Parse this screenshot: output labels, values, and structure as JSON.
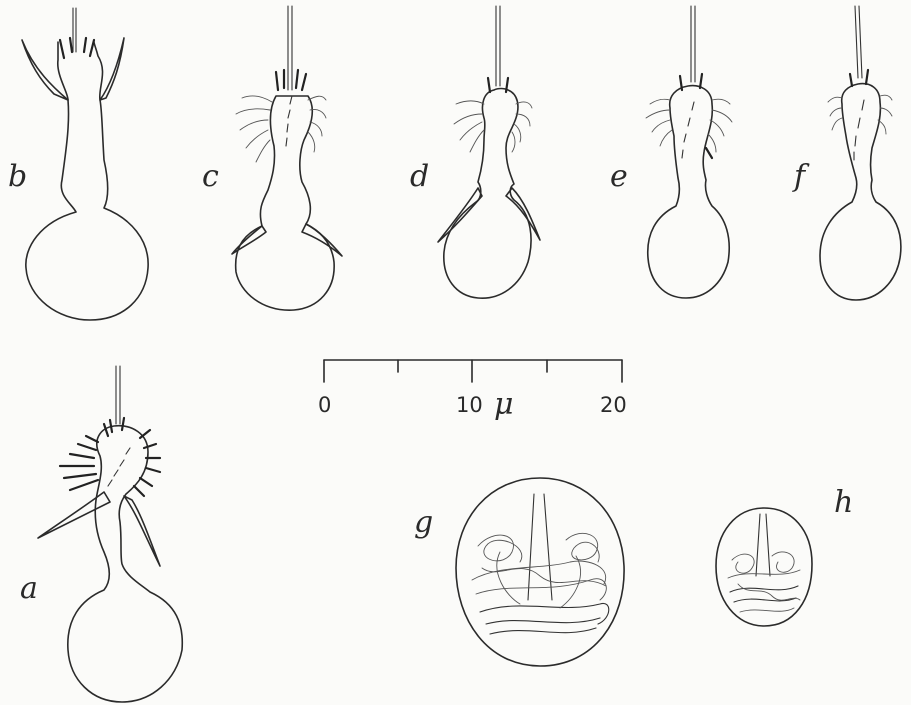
{
  "figure": {
    "panel_labels": [
      "a",
      "b",
      "c",
      "d",
      "e",
      "f",
      "g",
      "h"
    ],
    "scale_bar": {
      "ticks": [
        "0",
        "10",
        "20"
      ],
      "unit": "μ"
    }
  }
}
